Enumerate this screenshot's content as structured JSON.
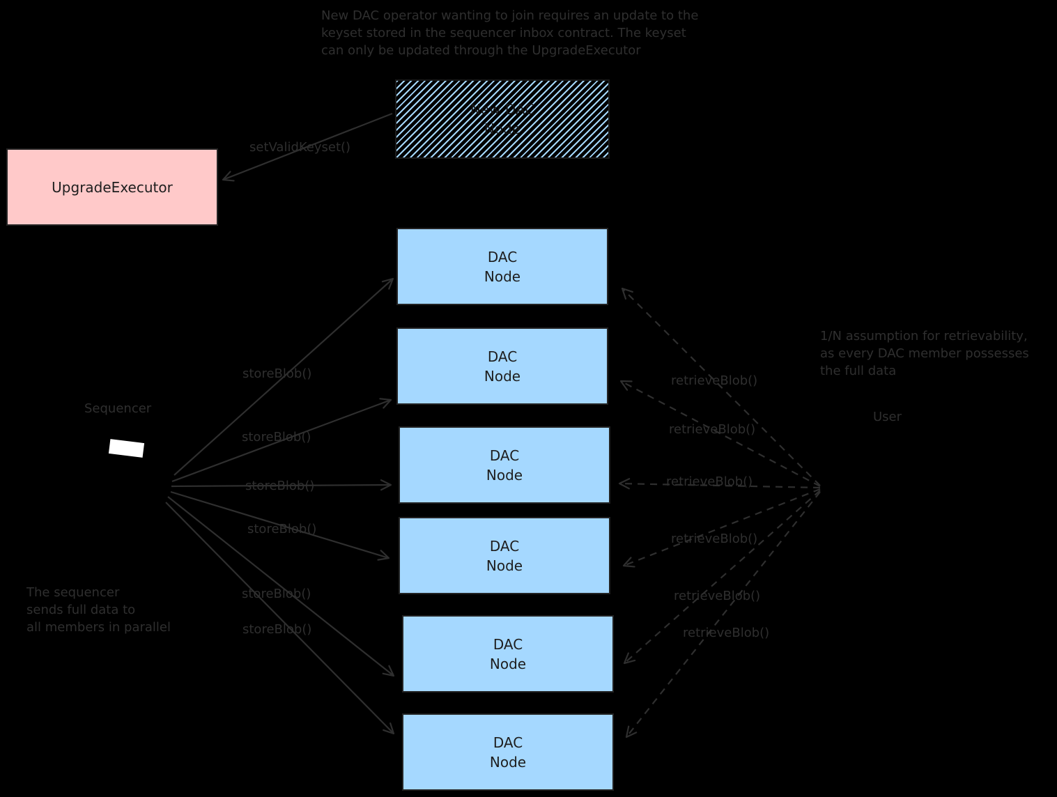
{
  "colors": {
    "background": "#000000",
    "dac_node_fill": "#a5d8ff",
    "upgrade_executor_fill": "#ffc9c9",
    "box_text": "#1e1e1e",
    "line_and_label": "#2f2f2f",
    "sequencer_screen": "#ffffff"
  },
  "notes": {
    "top": "New DAC operator wanting to join requires an update to the\nkeyset stored in the sequencer inbox contract. The keyset\ncan only be updated through the UpgradeExecutor",
    "retrievability": "1/N assumption for retrievability,\nas every DAC member possesses\nthe full data",
    "sequencer_parallel": "The sequencer\nsends full data to\nall members in parallel"
  },
  "nodes": {
    "upgrade_executor": {
      "label": "UpgradeExecutor"
    },
    "new_dac_node": {
      "label": "New DAC\nNode"
    },
    "dac_nodes": [
      {
        "label": "DAC\nNode"
      },
      {
        "label": "DAC\nNode"
      },
      {
        "label": "DAC\nNode"
      },
      {
        "label": "DAC\nNode"
      },
      {
        "label": "DAC\nNode"
      },
      {
        "label": "DAC\nNode"
      }
    ]
  },
  "actors": {
    "sequencer": {
      "label": "Sequencer"
    },
    "user": {
      "label": "User"
    }
  },
  "edges": {
    "set_valid_keyset": {
      "label": "setValidKeyset()"
    },
    "store_blob": [
      {
        "label": "storeBlob()"
      },
      {
        "label": "storeBlob()"
      },
      {
        "label": "storeBlob()"
      },
      {
        "label": "storeBlob()"
      },
      {
        "label": "storeBlob()"
      },
      {
        "label": "storeBlob()"
      }
    ],
    "retrieve_blob": [
      {
        "label": "retrieveBlob()"
      },
      {
        "label": "retrieveBlob()"
      },
      {
        "label": "retrieveBlob()"
      },
      {
        "label": "retrieveBlob()"
      },
      {
        "label": "retrieveBlob()"
      },
      {
        "label": "retrieveBlob()"
      }
    ]
  }
}
